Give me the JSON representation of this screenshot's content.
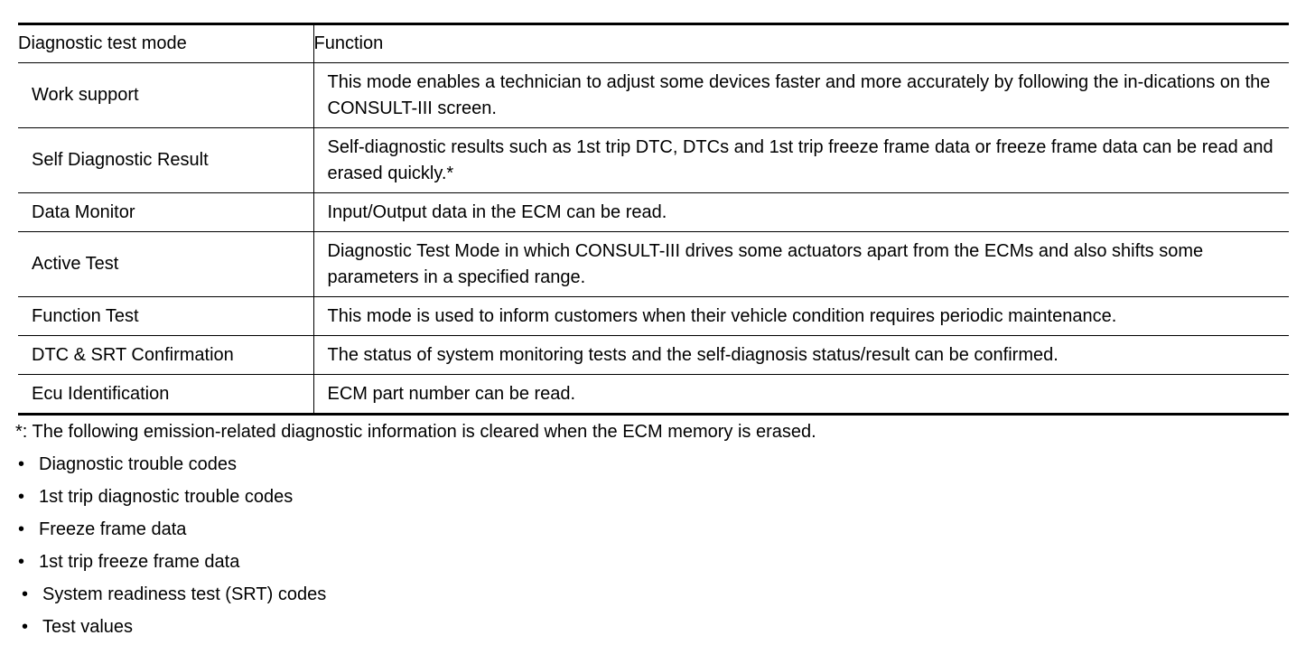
{
  "table": {
    "headers": {
      "mode": "Diagnostic test mode",
      "function": "Function"
    },
    "rows": [
      {
        "mode": "Work support",
        "function": "This mode enables a technician to adjust some devices faster and more accurately by following the in-dications on the CONSULT-III screen."
      },
      {
        "mode": "Self Diagnostic Result",
        "function": "Self-diagnostic results such as 1st trip DTC, DTCs and 1st trip freeze frame data or freeze frame data can be read and erased quickly.*"
      },
      {
        "mode": "Data Monitor",
        "function": "Input/Output data in the ECM can be read."
      },
      {
        "mode": "Active Test",
        "function": "Diagnostic Test Mode in which CONSULT-III drives some actuators apart from the ECMs and also shifts some parameters in a specified range."
      },
      {
        "mode": "Function Test",
        "function": "This mode is used to inform customers when their vehicle condition requires periodic maintenance."
      },
      {
        "mode": "DTC & SRT Confirmation",
        "function": "The status of system monitoring tests and the self-diagnosis status/result can be confirmed."
      },
      {
        "mode": "Ecu Identification",
        "function": "ECM part number can be read."
      }
    ]
  },
  "footnote": "*: The following emission-related diagnostic information is cleared when the ECM memory is erased.",
  "bullet_symbol": "•",
  "items": [
    "Diagnostic trouble codes",
    "1st trip diagnostic trouble codes",
    "Freeze frame data",
    "1st trip freeze frame data",
    "System readiness test (SRT) codes",
    "Test values"
  ]
}
